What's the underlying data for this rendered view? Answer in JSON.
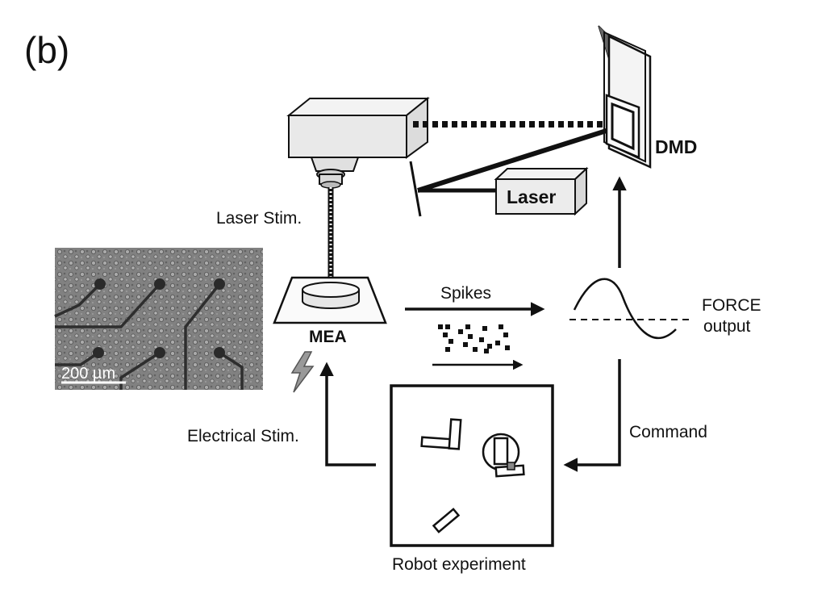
{
  "panel_label": "(b)",
  "labels": {
    "dmd": "DMD",
    "laser": "Laser",
    "laser_stim": "Laser Stim.",
    "mea": "MEA",
    "spikes": "Spikes",
    "force_output_line1": "FORCE",
    "force_output_line2": "output",
    "command": "Command",
    "electrical_stim": "Electrical Stim.",
    "robot_experiment": "Robot experiment",
    "scale_bar": "200 µm"
  },
  "colors": {
    "ink": "#111111",
    "device_fill": "#eeeeee",
    "micrograph_bg": "#8a8a8a",
    "lightning": "#888888"
  },
  "icons": [
    "lightning-icon",
    "robot-icon",
    "cube-icon"
  ]
}
